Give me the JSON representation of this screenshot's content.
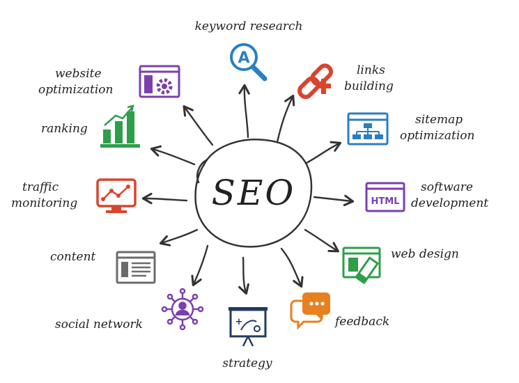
{
  "center_label": "SEO",
  "nodes": {
    "keyword_research": {
      "lines": [
        "keyword research"
      ],
      "color": "#2a7fc1",
      "icon": "magnifier-letter-a-icon",
      "icon_letter": "A"
    },
    "links_building": {
      "lines": [
        "links",
        "building"
      ],
      "color": "#d8452e",
      "icon": "chain-link-plus-icon"
    },
    "sitemap_optimization": {
      "lines": [
        "sitemap",
        "optimization"
      ],
      "color": "#2a7fc1",
      "icon": "sitemap-window-icon"
    },
    "software_development": {
      "lines": [
        "software",
        "development"
      ],
      "color": "#7b3fb0",
      "icon": "html-window-icon",
      "icon_text": "HTML"
    },
    "web_design": {
      "lines": [
        "web design"
      ],
      "color": "#2e9e49",
      "icon": "design-window-pen-icon"
    },
    "feedback": {
      "lines": [
        "feedback"
      ],
      "color": "#e8801f",
      "icon": "speech-bubbles-icon"
    },
    "strategy": {
      "lines": [
        "strategy"
      ],
      "color": "#223a5e",
      "icon": "strategy-board-icon"
    },
    "social_network": {
      "lines": [
        "social network"
      ],
      "color": "#7b3fb0",
      "icon": "network-people-icon"
    },
    "content": {
      "lines": [
        "content"
      ],
      "color": "#6b6b6b",
      "icon": "content-window-icon"
    },
    "traffic_monitoring": {
      "lines": [
        "traffic",
        "monitoring"
      ],
      "color": "#d8452e",
      "icon": "monitor-chart-icon"
    },
    "ranking": {
      "lines": [
        "ranking"
      ],
      "color": "#2e9e49",
      "icon": "bar-chart-icon"
    },
    "website_optimization": {
      "lines": [
        "website",
        "optimization"
      ],
      "color": "#7b3fb0",
      "icon": "window-gear-icon"
    }
  }
}
